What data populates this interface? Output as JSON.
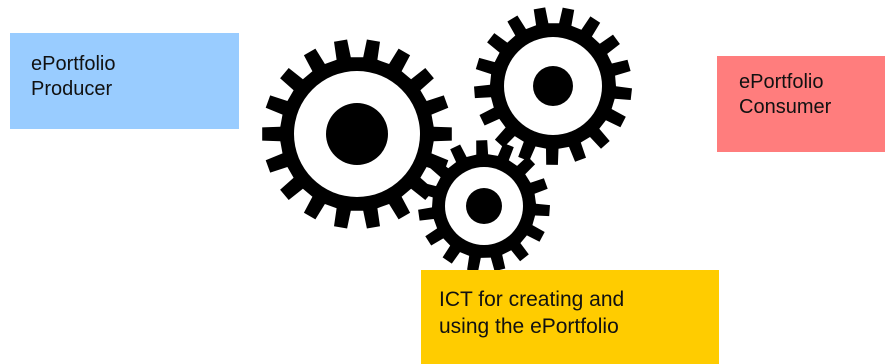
{
  "colors": {
    "producer_bg": "#99ccff",
    "consumer_bg": "#ff7d7d",
    "ict_bg": "#ffcc00",
    "gear": "#000000",
    "gear_inner": "#ffffff"
  },
  "producer": {
    "line1": "ePortfolio",
    "line2": "Producer"
  },
  "consumer": {
    "line1": "ePortfolio",
    "line2": "Consumer"
  },
  "ict": {
    "line1": "ICT for creating and",
    "line2": "using the ePortfolio"
  },
  "gears": [
    {
      "name": "large-gear-icon",
      "teeth": 18
    },
    {
      "name": "medium-gear-icon",
      "teeth": 17
    },
    {
      "name": "small-gear-icon",
      "teeth": 15
    }
  ]
}
